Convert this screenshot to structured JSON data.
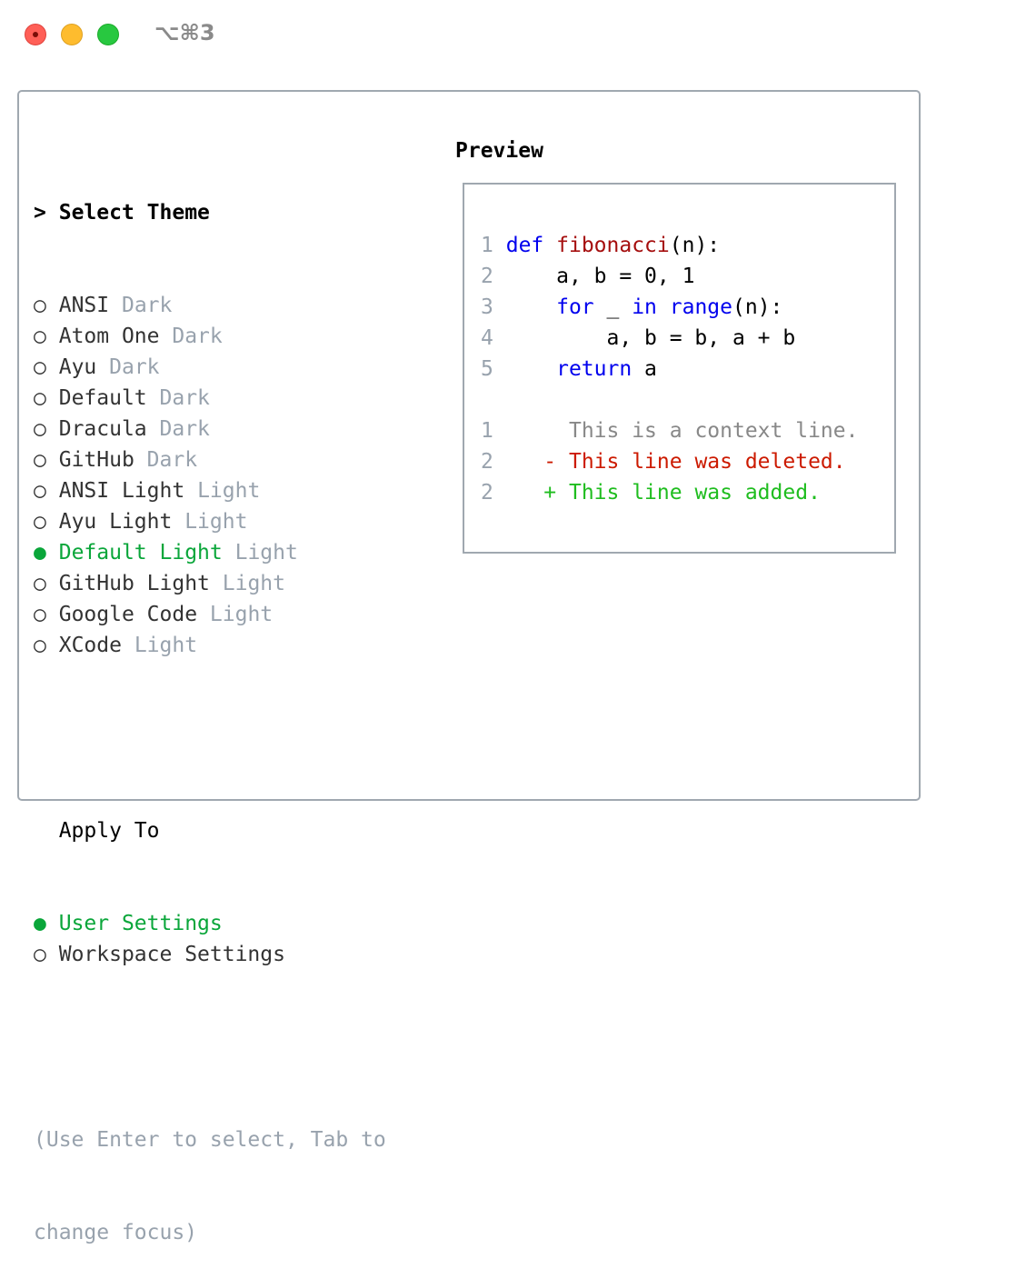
{
  "window": {
    "title": "⌥⌘3",
    "controls": {
      "close": "#ff5f57",
      "minimize": "#febc2e",
      "zoom": "#28c840"
    }
  },
  "theme_select": {
    "prompt": ">",
    "heading": "Select Theme",
    "items": [
      {
        "name": "ANSI",
        "kind": "Dark",
        "selected": false
      },
      {
        "name": "Atom One",
        "kind": "Dark",
        "selected": false
      },
      {
        "name": "Ayu",
        "kind": "Dark",
        "selected": false
      },
      {
        "name": "Default",
        "kind": "Dark",
        "selected": false
      },
      {
        "name": "Dracula",
        "kind": "Dark",
        "selected": false
      },
      {
        "name": "GitHub",
        "kind": "Dark",
        "selected": false
      },
      {
        "name": "ANSI Light",
        "kind": "Light",
        "selected": false
      },
      {
        "name": "Ayu Light",
        "kind": "Light",
        "selected": false
      },
      {
        "name": "Default Light",
        "kind": "Light",
        "selected": true
      },
      {
        "name": "GitHub Light",
        "kind": "Light",
        "selected": false
      },
      {
        "name": "Google Code",
        "kind": "Light",
        "selected": false
      },
      {
        "name": "XCode",
        "kind": "Light",
        "selected": false
      }
    ]
  },
  "apply_to": {
    "heading": "Apply To",
    "items": [
      {
        "label": "User Settings",
        "selected": true
      },
      {
        "label": "Workspace Settings",
        "selected": false
      }
    ]
  },
  "hint": {
    "line1": "(Use Enter to select, Tab to",
    "line2": "change focus)"
  },
  "preview": {
    "title": "Preview",
    "code": [
      {
        "n": "1",
        "tokens": [
          {
            "t": "def",
            "c": "kw"
          },
          {
            "t": " "
          },
          {
            "t": "fibonacci",
            "c": "fn"
          },
          {
            "t": "(n):"
          }
        ]
      },
      {
        "n": "2",
        "tokens": [
          {
            "t": "    a, b = 0, 1"
          }
        ]
      },
      {
        "n": "3",
        "tokens": [
          {
            "t": "    "
          },
          {
            "t": "for",
            "c": "kw"
          },
          {
            "t": " _ "
          },
          {
            "t": "in",
            "c": "kw"
          },
          {
            "t": " "
          },
          {
            "t": "range",
            "c": "kw"
          },
          {
            "t": "(n):"
          }
        ]
      },
      {
        "n": "4",
        "tokens": [
          {
            "t": "        a, b = b, a + b"
          }
        ]
      },
      {
        "n": "5",
        "tokens": [
          {
            "t": "    "
          },
          {
            "t": "return",
            "c": "kw"
          },
          {
            "t": " a"
          }
        ]
      }
    ],
    "diff": [
      {
        "n": "1",
        "sign": " ",
        "text": "This is a context line.",
        "type": "ctx"
      },
      {
        "n": "2",
        "sign": "-",
        "text": "This line was deleted.",
        "type": "del"
      },
      {
        "n": "2",
        "sign": "+",
        "text": "This line was added.",
        "type": "add"
      }
    ]
  }
}
